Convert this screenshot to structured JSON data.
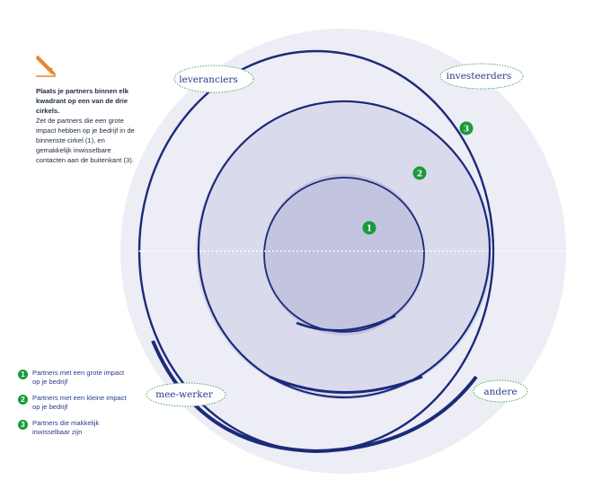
{
  "instructions": {
    "heading": "Plaats je partners binnen elk kwadrant op een van de drie cirkels.",
    "body": "Zet de partners die een grote impact hebben op je bedrijf in de binnenste cirkel (1), en gemakkelijk inwisselbare contacten aan de buitenkant (3)."
  },
  "quadrants": {
    "top_left": "leveranciers",
    "top_right": "investeerders",
    "bottom_left": "mee-werker",
    "bottom_right": "andere"
  },
  "circles": [
    {
      "number": "1"
    },
    {
      "number": "2"
    },
    {
      "number": "3"
    }
  ],
  "legend": [
    {
      "number": "1",
      "text": "Partners met een grote impact op je bedrijf"
    },
    {
      "number": "2",
      "text": "Partners met een kleine impact op je bedrijf"
    },
    {
      "number": "3",
      "text": "Partners die makkelijk inwisselbaar zijn"
    }
  ],
  "colors": {
    "outer_ring_fill": "#ecedf5",
    "middle_fill": "#d9daec",
    "inner_fill": "#c3c4e0",
    "stroke": "#1b2a7a",
    "badge": "#1a9a3a",
    "pencil": "#e8842c",
    "label_border": "#3aa655"
  }
}
